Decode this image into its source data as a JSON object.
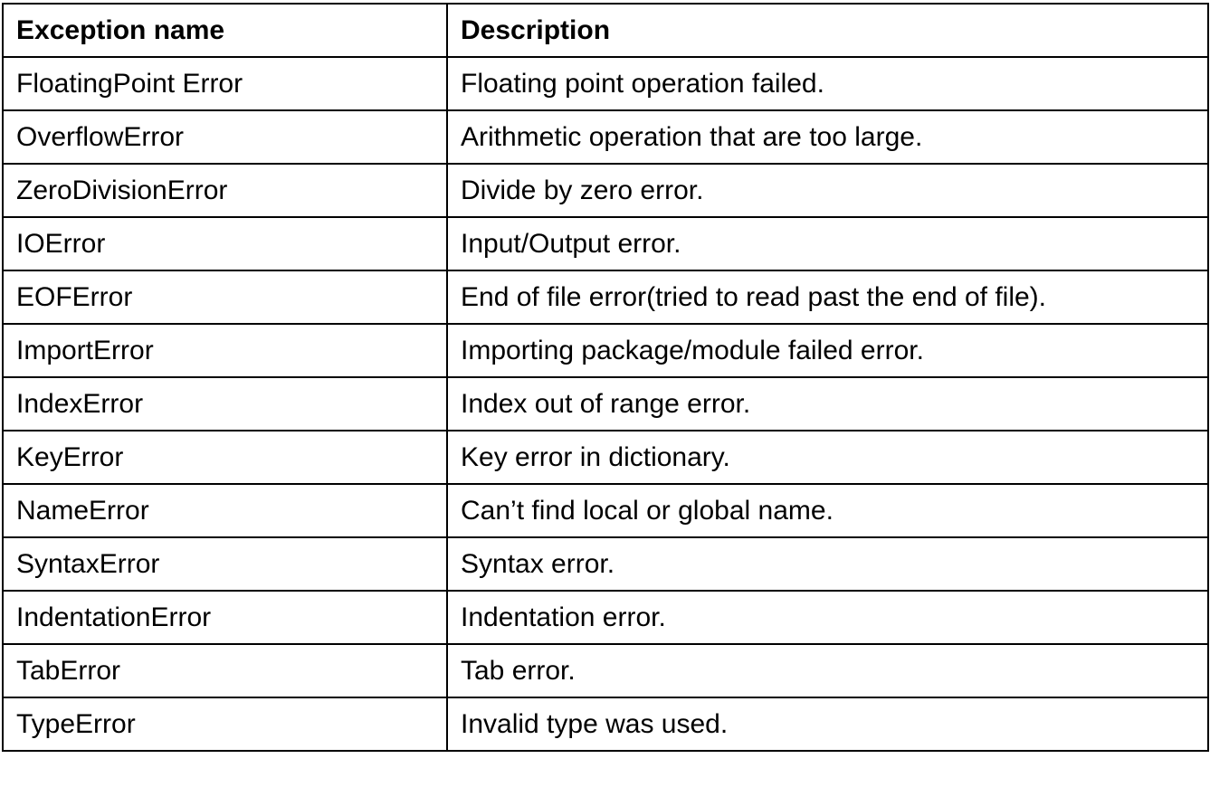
{
  "table": {
    "headers": [
      "Exception name",
      "Description"
    ],
    "rows": [
      [
        "FloatingPoint Error",
        "Floating point operation failed."
      ],
      [
        "OverflowError",
        "Arithmetic operation that are too large."
      ],
      [
        "ZeroDivisionError",
        "Divide by zero error."
      ],
      [
        "IOError",
        "Input/Output error."
      ],
      [
        "EOFError",
        "End of file error(tried to read past the end of file)."
      ],
      [
        "ImportError",
        "Importing package/module failed error."
      ],
      [
        "IndexError",
        "Index out of range error."
      ],
      [
        "KeyError",
        "Key error in dictionary."
      ],
      [
        "NameError",
        "Can’t find local or global name."
      ],
      [
        "SyntaxError",
        "Syntax error."
      ],
      [
        "IndentationError",
        "Indentation error."
      ],
      [
        "TabError",
        "Tab error."
      ],
      [
        "TypeError",
        "Invalid type was used."
      ]
    ]
  }
}
